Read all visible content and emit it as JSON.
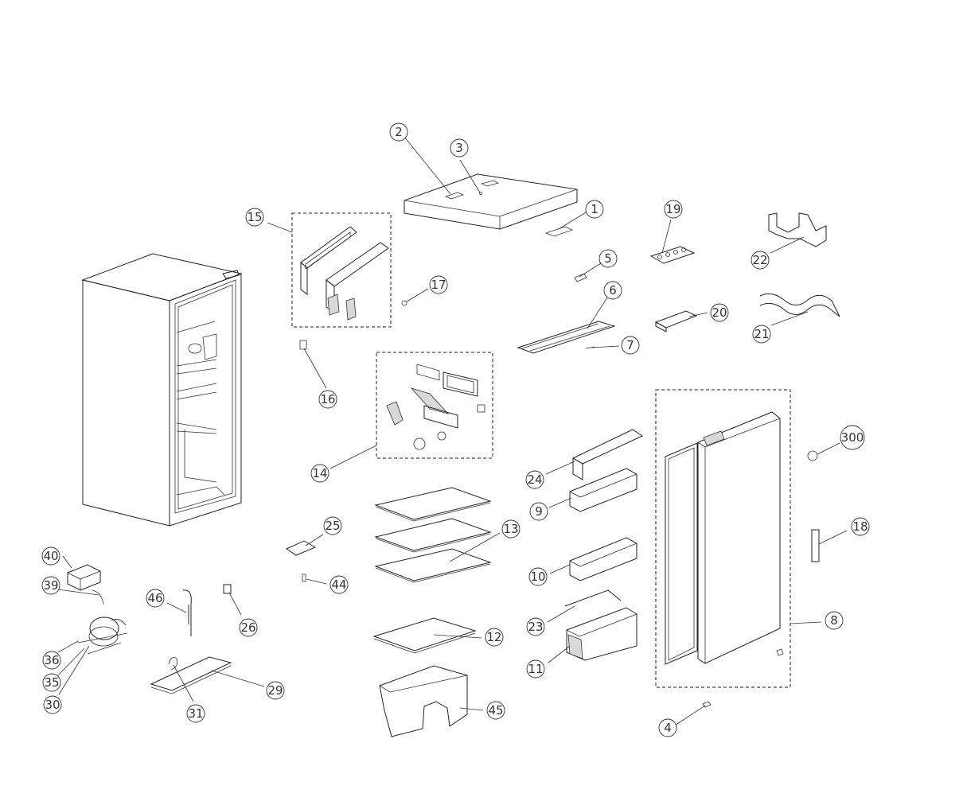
{
  "callouts": [
    {
      "id": "c1",
      "label": "1"
    },
    {
      "id": "c2",
      "label": "2"
    },
    {
      "id": "c3",
      "label": "3"
    },
    {
      "id": "c4",
      "label": "4"
    },
    {
      "id": "c5",
      "label": "5"
    },
    {
      "id": "c6",
      "label": "6"
    },
    {
      "id": "c7",
      "label": "7"
    },
    {
      "id": "c8",
      "label": "8"
    },
    {
      "id": "c9",
      "label": "9"
    },
    {
      "id": "c10",
      "label": "10"
    },
    {
      "id": "c11",
      "label": "11"
    },
    {
      "id": "c12",
      "label": "12"
    },
    {
      "id": "c13",
      "label": "13"
    },
    {
      "id": "c14",
      "label": "14"
    },
    {
      "id": "c15",
      "label": "15"
    },
    {
      "id": "c16",
      "label": "16"
    },
    {
      "id": "c17",
      "label": "17"
    },
    {
      "id": "c18",
      "label": "18"
    },
    {
      "id": "c19",
      "label": "19"
    },
    {
      "id": "c20",
      "label": "20"
    },
    {
      "id": "c21",
      "label": "21"
    },
    {
      "id": "c22",
      "label": "22"
    },
    {
      "id": "c23",
      "label": "23"
    },
    {
      "id": "c24",
      "label": "24"
    },
    {
      "id": "c25",
      "label": "25"
    },
    {
      "id": "c26",
      "label": "26"
    },
    {
      "id": "c29",
      "label": "29"
    },
    {
      "id": "c30",
      "label": "30"
    },
    {
      "id": "c31",
      "label": "31"
    },
    {
      "id": "c35",
      "label": "35"
    },
    {
      "id": "c36",
      "label": "36"
    },
    {
      "id": "c39",
      "label": "39"
    },
    {
      "id": "c40",
      "label": "40"
    },
    {
      "id": "c44",
      "label": "44"
    },
    {
      "id": "c45",
      "label": "45"
    },
    {
      "id": "c46",
      "label": "46"
    },
    {
      "id": "c300",
      "label": "300"
    }
  ]
}
